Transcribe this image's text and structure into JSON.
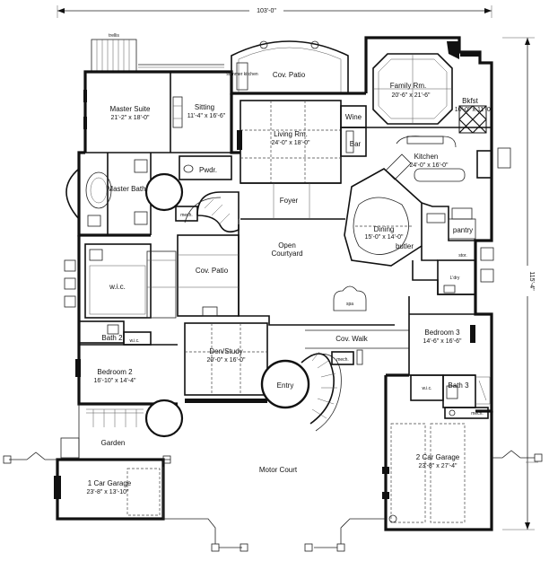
{
  "overall": {
    "width": "103'-0\"",
    "depth": "115'-4\""
  },
  "rooms": [
    {
      "key": "master-suite",
      "name": "Master Suite",
      "size": "21'-2\" x 18'-0\""
    },
    {
      "key": "sitting",
      "name": "Sitting",
      "size": "11'-4\" x 16'-6\""
    },
    {
      "key": "cov-patio-top",
      "name": "Cov. Patio",
      "size": ""
    },
    {
      "key": "living",
      "name": "Living Rm.",
      "size": "24'-0\" x 18'-0\""
    },
    {
      "key": "family",
      "name": "Family Rm.",
      "size": "20'-6\" x 21'-6\""
    },
    {
      "key": "bkfst",
      "name": "Bkfst",
      "size": "10'-0\" x 11'-0\""
    },
    {
      "key": "kitchen",
      "name": "Kitchen",
      "size": "24'-0\" x 16'-0\""
    },
    {
      "key": "wine",
      "name": "Wine",
      "size": ""
    },
    {
      "key": "bar",
      "name": "Bar",
      "size": ""
    },
    {
      "key": "pwdr",
      "name": "Pwdr.",
      "size": ""
    },
    {
      "key": "master-bath",
      "name": "Master Bath",
      "size": ""
    },
    {
      "key": "mech-top",
      "name": "mech.",
      "size": ""
    },
    {
      "key": "foyer",
      "name": "Foyer",
      "size": ""
    },
    {
      "key": "dining",
      "name": "Dining",
      "size": "15'-0\" x 14'-0\""
    },
    {
      "key": "butler",
      "name": "butler",
      "size": ""
    },
    {
      "key": "pantry",
      "name": "pantry",
      "size": ""
    },
    {
      "key": "stor",
      "name": "stor.",
      "size": ""
    },
    {
      "key": "laundry",
      "name": "L'dry",
      "size": ""
    },
    {
      "key": "open-courtyard",
      "name": "Open Courtyard",
      "size": ""
    },
    {
      "key": "cov-patio-mid",
      "name": "Cov. Patio",
      "size": ""
    },
    {
      "key": "wic-master",
      "name": "w.i.c.",
      "size": ""
    },
    {
      "key": "bath2",
      "name": "Bath 2",
      "size": ""
    },
    {
      "key": "wic-2",
      "name": "w.i.c.",
      "size": ""
    },
    {
      "key": "bedroom2",
      "name": "Bedroom 2",
      "size": "16'-10\" x 14'-4\""
    },
    {
      "key": "den",
      "name": "Den/Study",
      "size": "20'-0\" x 16'-0\""
    },
    {
      "key": "entry",
      "name": "Entry",
      "size": ""
    },
    {
      "key": "mech-mid",
      "name": "mech.",
      "size": ""
    },
    {
      "key": "cov-walk",
      "name": "Cov. Walk",
      "size": ""
    },
    {
      "key": "bedroom3",
      "name": "Bedroom 3",
      "size": "14'-6\" x 16'-6\""
    },
    {
      "key": "wic-3",
      "name": "w.i.c.",
      "size": ""
    },
    {
      "key": "bath3",
      "name": "Bath 3",
      "size": ""
    },
    {
      "key": "mech-garage",
      "name": "mech.",
      "size": ""
    },
    {
      "key": "garden",
      "name": "Garden",
      "size": ""
    },
    {
      "key": "garage1",
      "name": "1 Car Garage",
      "size": "23'-8\" x 13'-10\""
    },
    {
      "key": "motor-court",
      "name": "Motor Court",
      "size": ""
    },
    {
      "key": "garage2",
      "name": "2 Car Garage",
      "size": "23'-8\" x 27'-4\""
    }
  ],
  "small_labels": {
    "trellis": "trellis",
    "summer_kitchen": "summer kitchen",
    "spa": "spa"
  }
}
